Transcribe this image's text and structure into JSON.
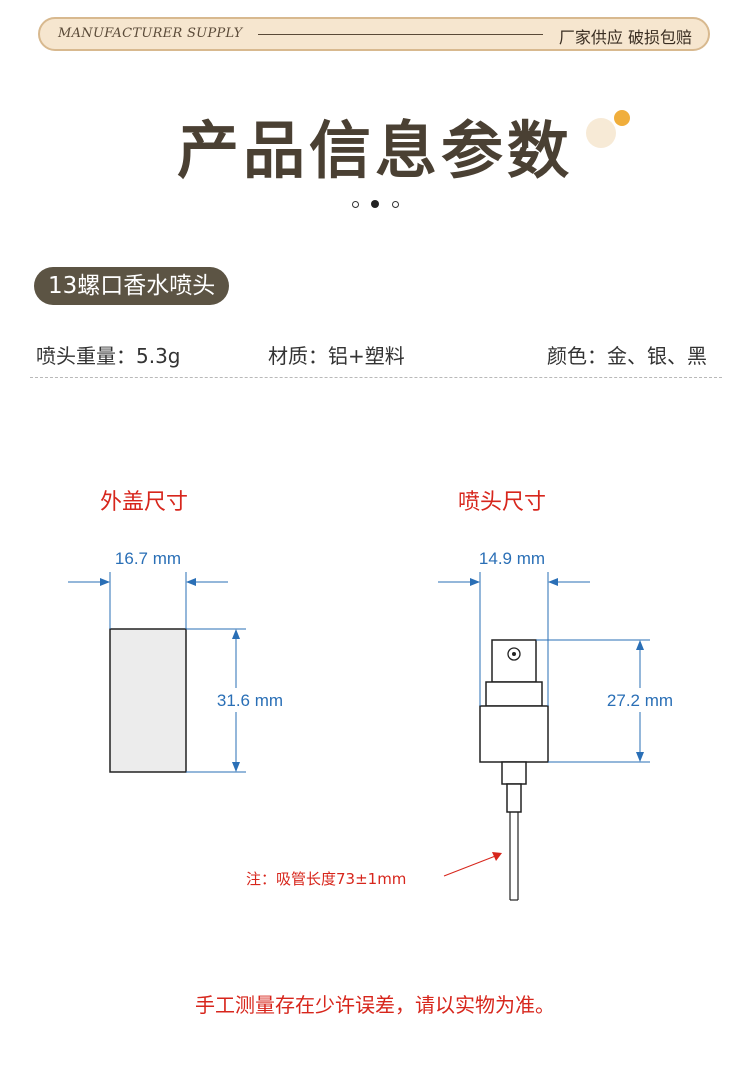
{
  "banner": {
    "left_text": "MANUFACTURER SUPPLY",
    "right_text": "厂家供应 破损包赔"
  },
  "title": "产品信息参数",
  "product_name": "13螺口香水喷头",
  "specs": {
    "weight": "喷头重量：5.3g",
    "material": "材质：铝+塑料",
    "color": "颜色：金、银、黑"
  },
  "cap_section": {
    "title": "外盖尺寸",
    "width_label": "16.7 mm",
    "height_label": "31.6 mm"
  },
  "nozzle_section": {
    "title": "喷头尺寸",
    "width_label": "14.9 mm",
    "height_label": "27.2 mm",
    "tube_note": "注：吸管长度73±1mm"
  },
  "footer_note": "手工测量存在少许误差，请以实物为准。",
  "colors": {
    "accent_red": "#d7261c",
    "dimension_blue": "#2a6fb6",
    "pill_brown": "#5c5444",
    "banner_bg": "#f6e6cf"
  }
}
